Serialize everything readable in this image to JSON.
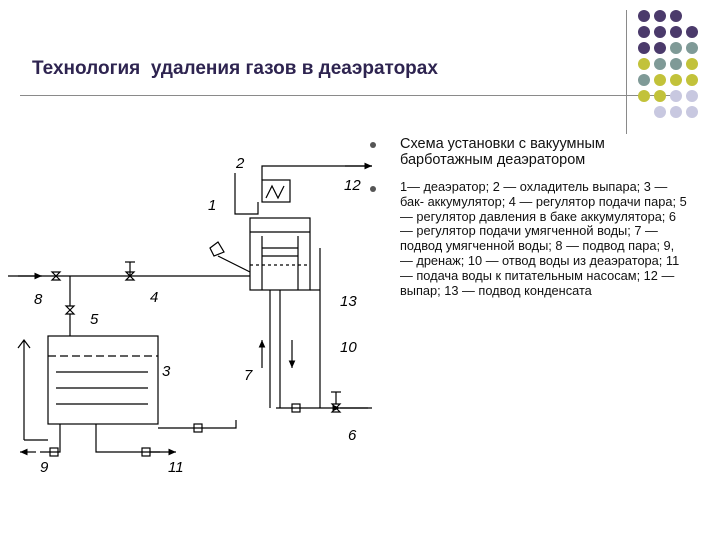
{
  "slide": {
    "title": "Технология  удаления газов в деаэраторах",
    "bullets": [
      "Схема установки с вакуумным барботажным деаэратором",
      "1— деаэратор; 2 — охладитель выпара; 3 — бак- аккумулятор; 4 — регулятор подачи пара; 5 — регулятор давления в баке аккумулятора; 6 — регулятор подачи умягченной воды; 7 — подвод умягченной воды; 8 — подвод пара; 9, — дренаж; 10 — отвод воды из деаэратора; 11 — подача воды к питательным насосам; 12 — выпар; 13 — подвод конденсата"
    ]
  },
  "diagram": {
    "labels": {
      "l1": "1",
      "l2": "2",
      "l3": "3",
      "l4": "4",
      "l5": "5",
      "l6": "6",
      "l7": "7",
      "l8": "8",
      "l9": "9",
      "l10": "10",
      "l11": "11",
      "l12": "12",
      "l13": "13"
    }
  },
  "decor": {
    "dot_colors": {
      "purple": "#4b3a6b",
      "teal": "#7f9a97",
      "olive": "#c2c23a",
      "lavender": "#c8c8e0"
    }
  }
}
